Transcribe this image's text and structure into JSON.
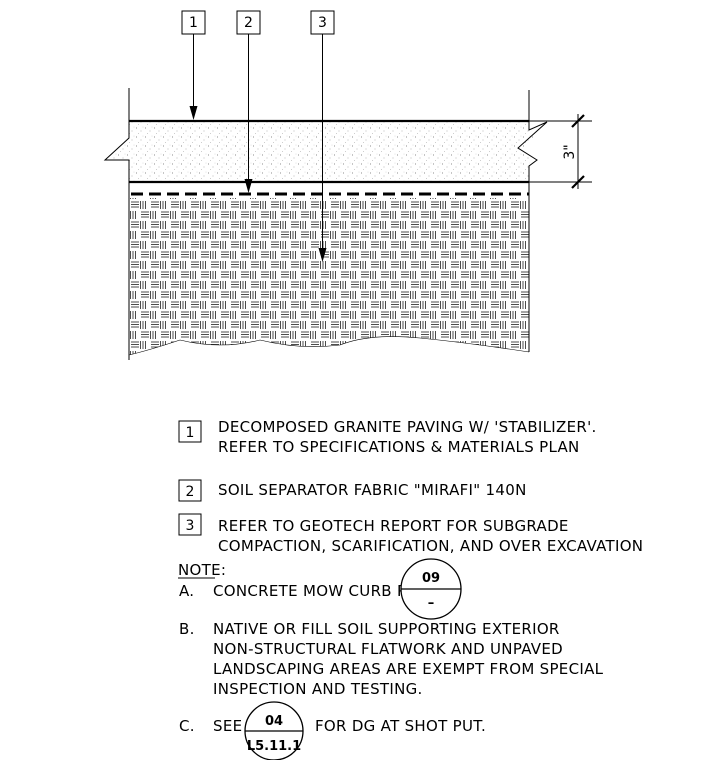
{
  "callouts": [
    {
      "tag": "1"
    },
    {
      "tag": "2"
    },
    {
      "tag": "3"
    }
  ],
  "dimension": "3\"",
  "legend": [
    {
      "tag": "1",
      "lines": [
        "DECOMPOSED GRANITE PAVING W/ 'STABILIZER'.",
        "REFER TO SPECIFICATIONS & MATERIALS PLAN"
      ]
    },
    {
      "tag": "2",
      "lines": [
        "SOIL SEPARATOR FABRIC \"MIRAFI\" 140N"
      ]
    },
    {
      "tag": "3",
      "lines": [
        "REFER TO GEOTECH REPORT FOR SUBGRADE",
        "COMPACTION, SCARIFICATION, AND OVER EXCAVATION"
      ]
    }
  ],
  "note_heading": "NOTE:",
  "notes": {
    "a": {
      "letter": "A.",
      "text": "CONCRETE MOW CURB PER",
      "ref_top": "09",
      "ref_bottom": "–"
    },
    "b": {
      "letter": "B.",
      "lines": [
        "NATIVE OR FILL SOIL SUPPORTING EXTERIOR",
        "NON-STRUCTURAL FLATWORK AND UNPAVED",
        "LANDSCAPING AREAS ARE EXEMPT FROM SPECIAL",
        "INSPECTION AND TESTING."
      ]
    },
    "c": {
      "letter": "C.",
      "before": "SEE",
      "ref_top": "04",
      "ref_bottom": "L5.11.1",
      "after": "FOR DG AT SHOT PUT."
    }
  }
}
